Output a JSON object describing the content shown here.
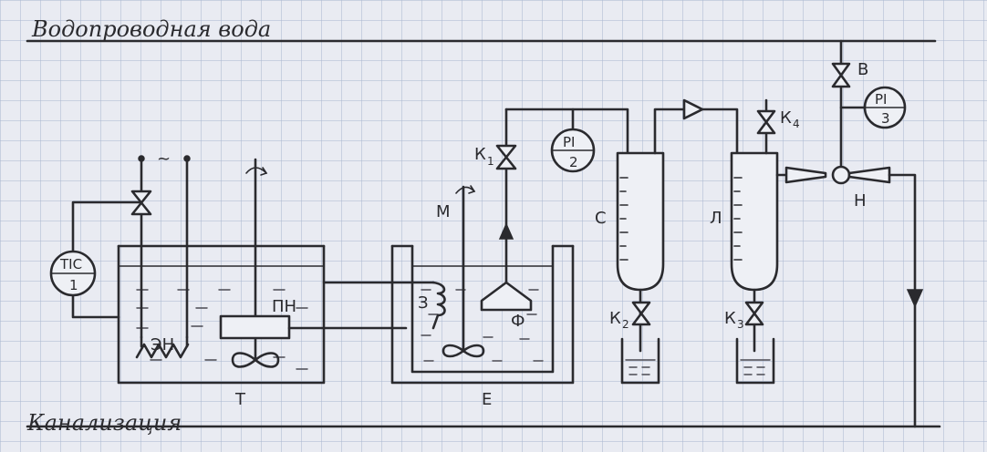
{
  "lines": {
    "water_supply": "Водопроводная вода",
    "sewer": "Канализация"
  },
  "labels": {
    "tank": "Т",
    "vessel": "Е",
    "heater": "ЭН",
    "semiconductor_heater": "ПН",
    "coil": "З",
    "funnel": "Ф",
    "mixer_motor": "М",
    "column_c": "С",
    "column_l": "Л",
    "pump": "Н",
    "valve_v": "В",
    "valve_k1": "К",
    "valve_k1_sub": "1",
    "valve_k2": "К",
    "valve_k2_sub": "2",
    "valve_k3": "К",
    "valve_k3_sub": "3",
    "valve_k4": "К",
    "valve_k4_sub": "4",
    "ac_symbol": "~"
  },
  "instruments": {
    "tic1_code": "TIC",
    "tic1_num": "1",
    "pi2_code": "PI",
    "pi2_num": "2",
    "pi3_code": "PI",
    "pi3_num": "3"
  },
  "colors": {
    "ink": "#2a2a2e",
    "paper": "#e9ebf2",
    "grid": "#a8b6cf"
  }
}
